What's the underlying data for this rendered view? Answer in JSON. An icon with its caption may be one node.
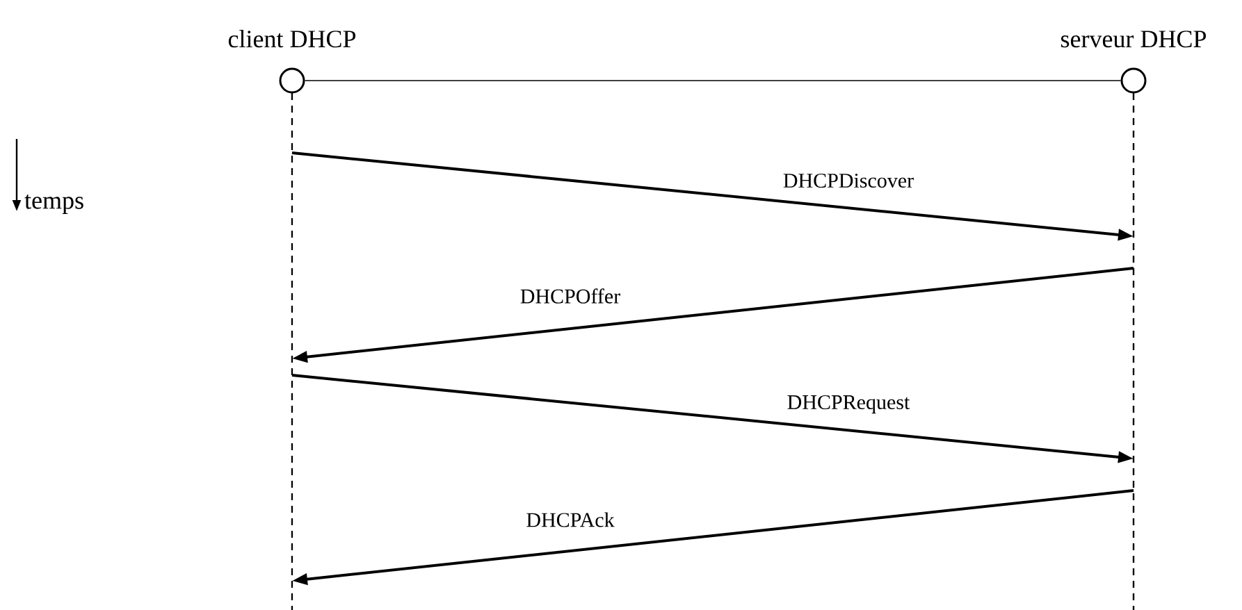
{
  "diagram": {
    "nodes": [
      {
        "text": [
          "client DHCP"
        ]
      },
      {
        "text": [
          "serveur DHCP"
        ]
      },
      {
        "text": [],
        "shape": "bar"
      },
      {
        "text": [],
        "shape": "bar"
      }
    ],
    "edges": [
      {
        "from": 0,
        "to": 1,
        "arrow": "none"
      },
      {
        "from": 2,
        "to": 3,
        "arrow": "to",
        "label": "DHCPDiscover"
      },
      {
        "from": 3,
        "to": 2,
        "arrow": "to",
        "label": "DHCPOffer"
      },
      {
        "from": 2,
        "to": 3,
        "arrow": "to",
        "label": "DHCPRequest"
      },
      {
        "from": 3,
        "to": 2,
        "arrow": "to",
        "label": "DHCPAck"
      }
    ],
    "labels": [
      "temps"
    ]
  }
}
